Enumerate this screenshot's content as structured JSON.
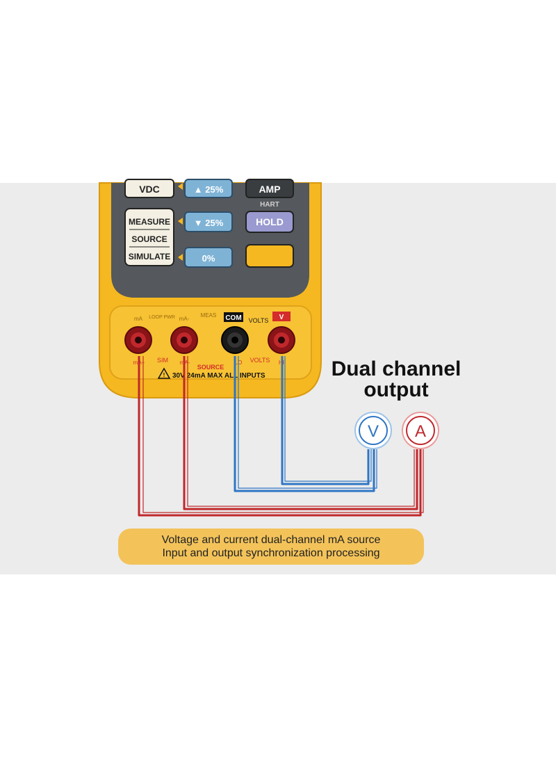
{
  "device": {
    "buttons": {
      "vdc": "VDC",
      "up25": "▲ 25%",
      "down25": "▼ 25%",
      "zero": "0%",
      "hold": "HOLD",
      "hart": "HART",
      "amp_partial": "AMP",
      "mode_measure": "MEASURE",
      "mode_source": "SOURCE",
      "mode_simulate": "SIMULATE"
    },
    "jack_labels": {
      "ma_plus_top": "mA",
      "loop_pwr": "LOOP PWR",
      "ma_minus_top": "mA-",
      "meas": "MEAS",
      "com": "COM",
      "volts_top": "VOLTS",
      "v": "V",
      "ma_plus_bottom": "mA+",
      "sim": "SIM",
      "ma_minus_bottom": "mA-",
      "source": "SOURCE",
      "lo": "LO",
      "volts_bottom": "VOLTS",
      "hi": "HI",
      "warning": "30V 24mA MAX ALL INPUTS"
    }
  },
  "meters": {
    "voltmeter_symbol": "V",
    "ammeter_symbol": "A"
  },
  "headline": {
    "line1": "Dual channel",
    "line2": "output"
  },
  "banner": {
    "line1": "Voltage and current dual-channel mA source",
    "line2": "Input and output synchronization processing"
  },
  "colors": {
    "device_yellow": "#f5b820",
    "keypad_gray": "#55585c",
    "wire_red": "#c0282c",
    "wire_blue": "#2e76c4",
    "banner": "#f3c35a",
    "panel_bg": "#ececec"
  }
}
